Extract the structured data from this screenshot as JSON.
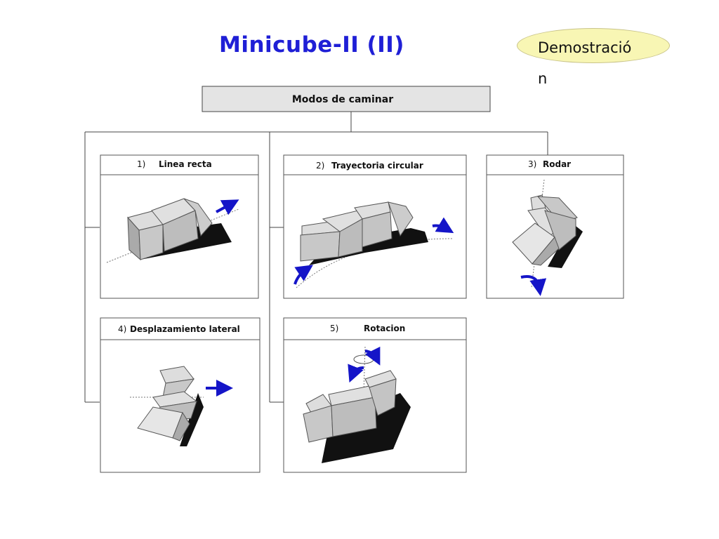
{
  "title": "Minicube-II (II)",
  "demo_button": {
    "line1": "Demostració",
    "line2": "n"
  },
  "diagram": {
    "header": "Modos de caminar",
    "panels": [
      {
        "num": "1)",
        "label": "Linea recta"
      },
      {
        "num": "2)",
        "label": "Trayectoria circular"
      },
      {
        "num": "3)",
        "label": "Rodar"
      },
      {
        "num": "4)",
        "label": "Desplazamiento lateral"
      },
      {
        "num": "5)",
        "label": "Rotacion"
      }
    ]
  },
  "colors": {
    "title": "#1f1fd6",
    "arrow": "#1515c8",
    "oval": "#f8f6b4",
    "header_bg": "#e4e4e4"
  }
}
